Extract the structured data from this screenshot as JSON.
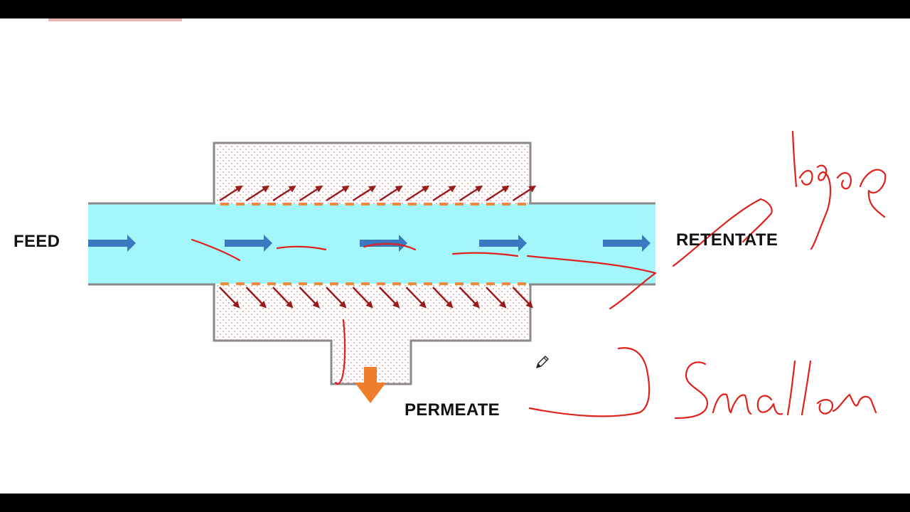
{
  "labels": {
    "feed": "FEED",
    "retentate": "RETENTATE",
    "permeate": "PERMEATE"
  },
  "annotations": {
    "large": "large",
    "smaller": "Smaller"
  },
  "colors": {
    "stream": "#a3f7fb",
    "flow_arrow": "#3a79c1",
    "permeate_arrow": "#f07d2a",
    "particle_arrow": "#9a1b1b",
    "membrane": "#ee8a3c",
    "housing_wall": "#8a8a8a",
    "ink": "#e0201b"
  },
  "icons": {
    "cursor": "pencil-icon"
  }
}
